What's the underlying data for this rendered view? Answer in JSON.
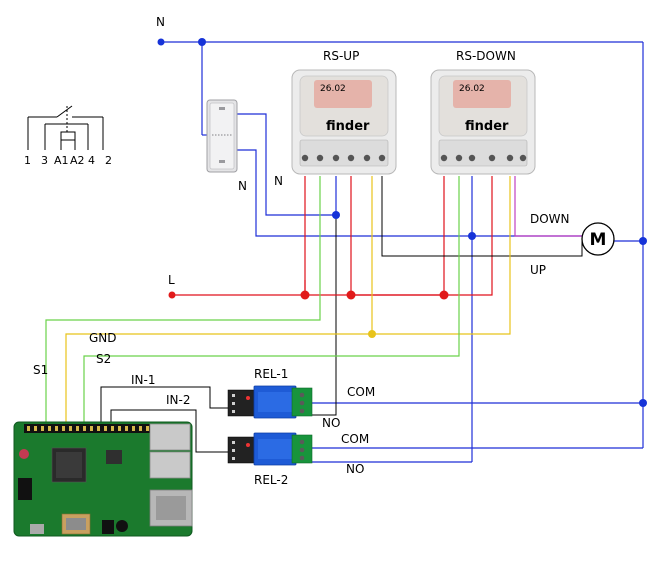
{
  "labels": {
    "n_top": "N",
    "rs_up": "RS-UP",
    "rs_down": "RS-DOWN",
    "n_switch": "N",
    "n_relay": "N",
    "l": "L",
    "down": "DOWN",
    "up": "UP",
    "motor": "M",
    "gnd": "GND",
    "s1": "S1",
    "s2": "S2",
    "in1": "IN-1",
    "in2": "IN-2",
    "rel1": "REL-1",
    "rel2": "REL-2",
    "com1": "COM",
    "no1": "NO",
    "com2": "COM",
    "no2": "NO"
  },
  "relay_badge": {
    "model": "26.02",
    "brand": "finder"
  },
  "pinout_legend": [
    "1",
    "3",
    "A1",
    "A2",
    "4",
    "2"
  ],
  "colors": {
    "neutral": "#1f2fd8",
    "live": "#e0121c",
    "gnd": "#e8c31a",
    "s1_s2": "#6ad24a",
    "down": "#c03fc0",
    "signal": "#000000",
    "dot_neutral": "#1633d8",
    "dot_live": "#e11a1a",
    "dot_gnd": "#e8c31a"
  }
}
